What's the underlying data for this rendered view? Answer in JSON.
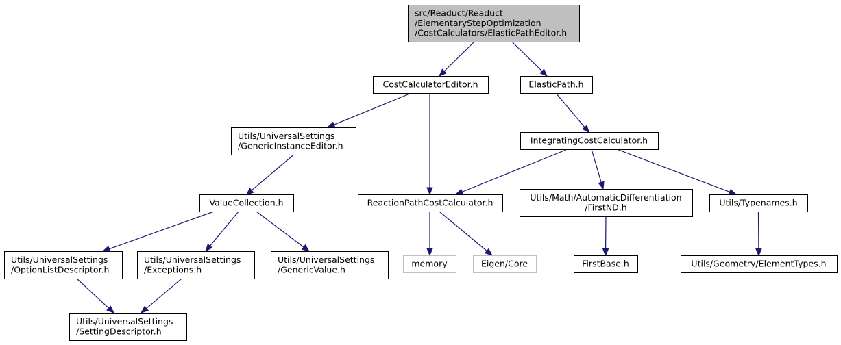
{
  "title": "",
  "nodes": [
    {
      "id": "root",
      "lines": [
        "src/Readuct/Readuct",
        "/ElementaryStepOptimization",
        "/CostCalculators/ElasticPathEditor.h"
      ],
      "style": "root",
      "align": "left"
    },
    {
      "id": "cost_calculator_editor",
      "lines": [
        "CostCalculatorEditor.h"
      ],
      "style": "normal",
      "align": "center"
    },
    {
      "id": "elastic_path",
      "lines": [
        "ElasticPath.h"
      ],
      "style": "normal",
      "align": "center"
    },
    {
      "id": "generic_instance_editor",
      "lines": [
        "Utils/UniversalSettings",
        "/GenericInstanceEditor.h"
      ],
      "style": "normal",
      "align": "left"
    },
    {
      "id": "integrating_cost_calculator",
      "lines": [
        "IntegratingCostCalculator.h"
      ],
      "style": "normal",
      "align": "center"
    },
    {
      "id": "value_collection",
      "lines": [
        "ValueCollection.h"
      ],
      "style": "normal",
      "align": "center"
    },
    {
      "id": "reaction_path_cost_calculator",
      "lines": [
        "ReactionPathCostCalculator.h"
      ],
      "style": "normal",
      "align": "center"
    },
    {
      "id": "automatic_differentiation_firstnd",
      "lines": [
        "Utils/Math/AutomaticDifferentiation",
        "/FirstND.h"
      ],
      "style": "normal",
      "align": "center"
    },
    {
      "id": "typenames",
      "lines": [
        "Utils/Typenames.h"
      ],
      "style": "normal",
      "align": "center"
    },
    {
      "id": "option_list_descriptor",
      "lines": [
        "Utils/UniversalSettings",
        "/OptionListDescriptor.h"
      ],
      "style": "normal",
      "align": "left"
    },
    {
      "id": "exceptions",
      "lines": [
        "Utils/UniversalSettings",
        "/Exceptions.h"
      ],
      "style": "normal",
      "align": "left"
    },
    {
      "id": "generic_value",
      "lines": [
        "Utils/UniversalSettings",
        "/GenericValue.h"
      ],
      "style": "normal",
      "align": "left"
    },
    {
      "id": "memory",
      "lines": [
        "memory"
      ],
      "style": "external",
      "align": "center"
    },
    {
      "id": "eigen_core",
      "lines": [
        "Eigen/Core"
      ],
      "style": "external",
      "align": "center"
    },
    {
      "id": "first_base",
      "lines": [
        "FirstBase.h"
      ],
      "style": "normal",
      "align": "center"
    },
    {
      "id": "element_types",
      "lines": [
        "Utils/Geometry/ElementTypes.h"
      ],
      "style": "normal",
      "align": "center"
    },
    {
      "id": "setting_descriptor",
      "lines": [
        "Utils/UniversalSettings",
        "/SettingDescriptor.h"
      ],
      "style": "normal",
      "align": "left"
    }
  ],
  "edges": [
    [
      "root",
      "cost_calculator_editor"
    ],
    [
      "root",
      "elastic_path"
    ],
    [
      "cost_calculator_editor",
      "generic_instance_editor"
    ],
    [
      "cost_calculator_editor",
      "reaction_path_cost_calculator"
    ],
    [
      "elastic_path",
      "integrating_cost_calculator"
    ],
    [
      "generic_instance_editor",
      "value_collection"
    ],
    [
      "integrating_cost_calculator",
      "reaction_path_cost_calculator"
    ],
    [
      "integrating_cost_calculator",
      "automatic_differentiation_firstnd"
    ],
    [
      "integrating_cost_calculator",
      "typenames"
    ],
    [
      "value_collection",
      "option_list_descriptor"
    ],
    [
      "value_collection",
      "exceptions"
    ],
    [
      "value_collection",
      "generic_value"
    ],
    [
      "reaction_path_cost_calculator",
      "memory"
    ],
    [
      "reaction_path_cost_calculator",
      "eigen_core"
    ],
    [
      "automatic_differentiation_firstnd",
      "first_base"
    ],
    [
      "typenames",
      "element_types"
    ],
    [
      "option_list_descriptor",
      "setting_descriptor"
    ],
    [
      "exceptions",
      "setting_descriptor"
    ]
  ],
  "colors": {
    "edge": "#191970",
    "node_border": "#000000",
    "root_fill": "#bfbfbf",
    "external_border": "#bfbfbf",
    "background": "#ffffff"
  }
}
